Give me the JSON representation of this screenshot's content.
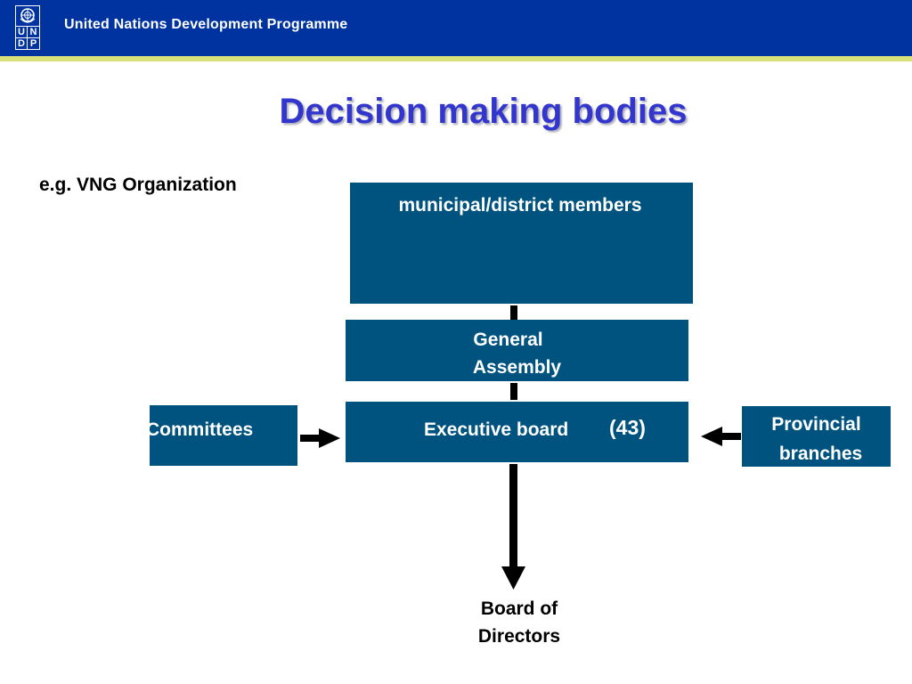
{
  "header": {
    "org_name": "United Nations Development Programme",
    "logo_letters": [
      "U",
      "N",
      "D",
      "P"
    ],
    "bar_color": "#0033a0",
    "stripe_color": "#d9e07a"
  },
  "slide": {
    "title": "Decision making bodies",
    "subtitle": "e.g. VNG Organization"
  },
  "diagram": {
    "box_color": "#00527f",
    "nodes": {
      "members": "municipal/district members",
      "assembly_line1": "General",
      "assembly_line2": "Assembly",
      "executive": "Executive board",
      "executive_count": "(43)",
      "committees": "Committees",
      "provincial_line1": "Provincial",
      "provincial_line2": "branches",
      "board_line1": "Board of",
      "board_line2": "Directors"
    },
    "edges": [
      {
        "from": "members",
        "to": "assembly"
      },
      {
        "from": "assembly",
        "to": "executive"
      },
      {
        "from": "committees",
        "to": "executive",
        "arrow": true
      },
      {
        "from": "provincial",
        "to": "executive",
        "arrow": true
      },
      {
        "from": "executive",
        "to": "board",
        "arrow": true
      }
    ]
  }
}
